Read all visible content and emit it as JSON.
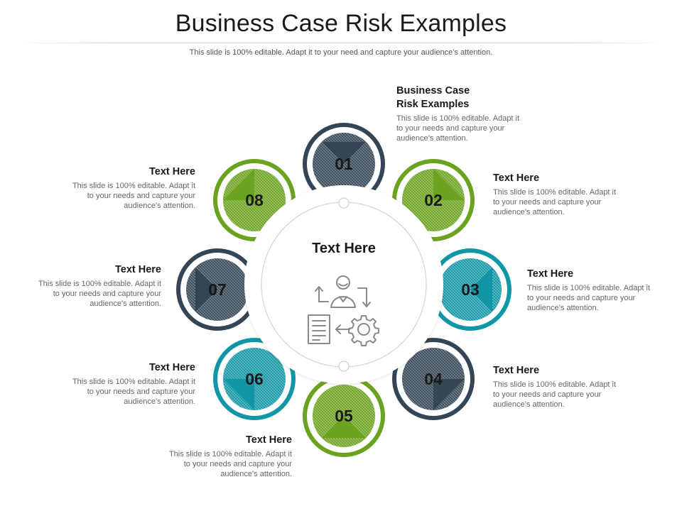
{
  "header": {
    "title": "Business Case Risk Examples",
    "subtitle": "This slide is 100% editable. Adapt it to your need and capture your audience’s attention."
  },
  "center": {
    "title": "Text Here",
    "icon": "person-document-gear-icon"
  },
  "colors": {
    "navy": "#344555",
    "green": "#6ba21f",
    "teal": "#1196a6",
    "ring": "#e1e1e1"
  },
  "items": [
    {
      "number": "01",
      "heading": "Business Case\nRisk Examples",
      "text": "This slide is 100% editable. Adapt it to your needs and capture your audience’s attention.",
      "color": "navy"
    },
    {
      "number": "02",
      "heading": "Text Here",
      "text": "This slide is 100% editable. Adapt it to your needs and capture your audience’s attention.",
      "color": "green"
    },
    {
      "number": "03",
      "heading": "Text Here",
      "text": "This slide is 100% editable. Adapt it to your needs and capture your audience’s attention.",
      "color": "teal"
    },
    {
      "number": "04",
      "heading": "Text Here",
      "text": "This slide is 100% editable. Adapt it to your needs and capture your audience’s attention.",
      "color": "navy"
    },
    {
      "number": "05",
      "heading": "Text Here",
      "text": "This slide is 100% editable. Adapt it to your needs and capture your audience’s attention.",
      "color": "green"
    },
    {
      "number": "06",
      "heading": "Text Here",
      "text": "This slide is 100% editable. Adapt it to your needs and capture your audience’s attention.",
      "color": "teal"
    },
    {
      "number": "07",
      "heading": "Text Here",
      "text": "This slide is 100% editable. Adapt it to your needs and capture your audience’s attention.",
      "color": "navy"
    },
    {
      "number": "08",
      "heading": "Text Here",
      "text": "This slide is 100% editable. Adapt it to your needs and capture your audience’s attention.",
      "color": "green"
    }
  ]
}
